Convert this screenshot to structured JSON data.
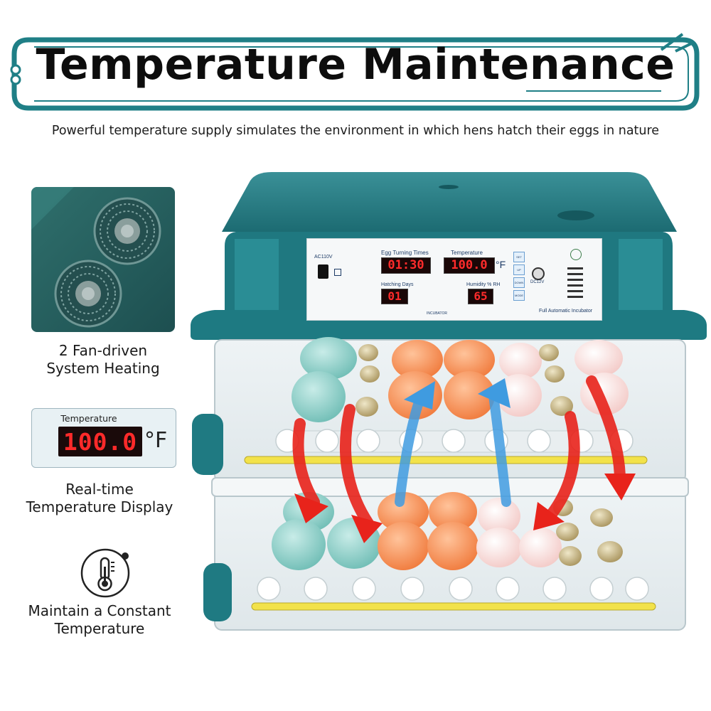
{
  "header": {
    "title": "Temperature Maintenance",
    "subtitle": "Powerful temperature supply simulates the environment in which hens hatch their eggs in nature"
  },
  "features": [
    {
      "caption_line1": "2 Fan-driven",
      "caption_line2": "System Heating",
      "icon": "fan-icon"
    },
    {
      "caption_line1": "Real-time",
      "caption_line2": "Temperature Display",
      "icon": "temperature-display-icon"
    },
    {
      "caption_line1": "Maintain a Constant",
      "caption_line2": "Temperature",
      "icon": "thermometer-icon"
    }
  ],
  "temperature_card": {
    "label": "Temperature",
    "value": "100.0",
    "unit": "°F"
  },
  "control_panel": {
    "voltage_label": "AC110V",
    "egg_turning_label": "Egg Turning Times",
    "egg_turning_value": "01:30",
    "temperature_label": "Temperature",
    "temperature_value": "100.0",
    "temperature_unit": "°F",
    "hatching_days_label": "Hatching Days",
    "hatching_days_value": "01",
    "humidity_label": "Humidity % RH",
    "humidity_value": "65",
    "dc_label": "DC12V",
    "brand_label": "INCUBATOR",
    "model_label": "Full Automatic Incubator",
    "buttons": [
      "SET",
      "UP",
      "DOWN",
      "MODE"
    ]
  },
  "colors": {
    "brand_teal": "#1f7f86",
    "lcd_red": "#ff2a2a",
    "heat_arrow": "#e8231b",
    "cool_arrow": "#3f9be0"
  }
}
